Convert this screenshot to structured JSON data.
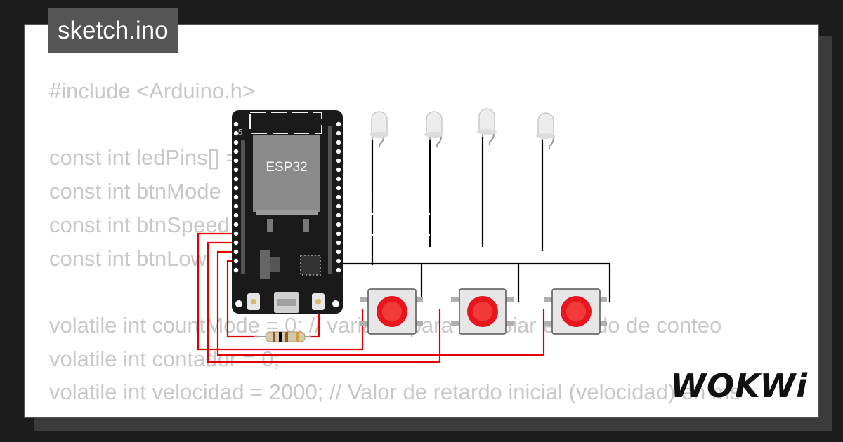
{
  "tab": {
    "filename": "sketch.ino"
  },
  "code_lines": [
    "#include <Arduino.h>",
    "",
    "const int ledPins[] = {   18};",
    "const int btnMode",
    "const int btnSpeed",
    "const int btnLow",
    "",
    "volatile int countMode = 0; // variable para cambiar el modo de conteo",
    "volatile int contador = 0;",
    "volatile int velocidad = 2000; // Valor de retardo inicial (velocidad) en ms"
  ],
  "board": {
    "chip_label": "ESP32",
    "en_label": "EN"
  },
  "brand": {
    "logo_text": "WOKWi"
  },
  "colors": {
    "wire_red": "#e00000",
    "wire_black": "#000000",
    "board_black": "#1a1a1a",
    "button_red": "#e8141e",
    "code_gray": "#c8c8c8"
  }
}
